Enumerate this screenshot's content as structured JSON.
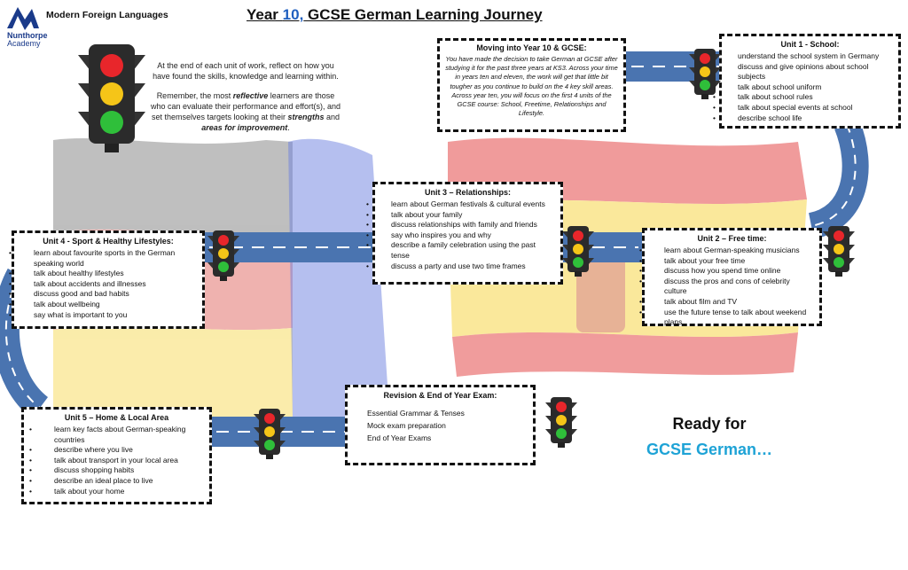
{
  "header": {
    "department": "Modern Foreign Languages",
    "school_line1": "Nunthorpe",
    "school_line2": "Academy",
    "title_prefix": "Year ",
    "title_year": "10,",
    "title_suffix": " GCSE German Learning Journey"
  },
  "intro": {
    "p1": "At the end of each unit of work, reflect on how you have found the skills, knowledge and learning within.",
    "p2_a": "Remember, the most ",
    "p2_b": "reflective",
    "p2_c": " learners are those who can evaluate their performance and effort(s), and set themselves targets looking at their ",
    "p2_d": "strengths",
    "p2_e": " and ",
    "p2_f": "areas for improvement",
    "p2_g": "."
  },
  "moving": {
    "title": "Moving into Year 10 & GCSE:",
    "text": "You have made the decision to take German at GCSE after studying it for the past three years at KS3. Across your time in years ten and eleven, the work will get that little bit tougher as you continue to build on the 4 key skill areas. Across year ten, you will focus on the first 4 units of the GCSE course: School, Freetime, Relationships and Lifestyle."
  },
  "units": {
    "unit1": {
      "title": "Unit 1 - School:",
      "items": [
        "understand the school system in Germany",
        "discuss and give opinions about school subjects",
        "talk about school uniform",
        "talk about school rules",
        "talk about special events at school",
        "describe school life"
      ]
    },
    "unit2": {
      "title": "Unit 2 – Free time:",
      "items": [
        "learn about German-speaking musicians",
        "talk about your free time",
        "discuss how you spend time online",
        "discuss the pros and cons of celebrity culture",
        "talk about film and TV",
        "use the future tense to talk about weekend plans"
      ]
    },
    "unit3": {
      "title": "Unit 3 – Relationships:",
      "items": [
        "learn about German festivals & cultural events",
        "talk about your family",
        "discuss relationships with family and friends",
        "say who inspires you and why",
        "describe a family celebration using the past tense",
        "discuss a party and use two time frames"
      ]
    },
    "unit4": {
      "title": "Unit 4  - Sport & Healthy Lifestyles:",
      "items": [
        "learn about favourite sports in the German speaking world",
        "talk about healthy lifestyles",
        "talk about accidents and illnesses",
        "discuss good and bad habits",
        "talk about wellbeing",
        "say what is important to you"
      ]
    },
    "unit5": {
      "title": "Unit 5 – Home & Local Area",
      "items": [
        "learn key facts about German-speaking countries",
        "describe where you live",
        "talk about transport in your local area",
        "discuss shopping habits",
        "describe an ideal place to live",
        "talk about your home"
      ]
    },
    "revision": {
      "title": "Revision & End of Year Exam:",
      "items": [
        "Essential Grammar & Tenses",
        "Mock exam preparation",
        "End of Year Exams"
      ]
    }
  },
  "ready": {
    "line1": "Ready for",
    "line2": "GCSE German…"
  },
  "colors": {
    "road": "#4a74b0",
    "road_dark": "#2d4f86",
    "title_blue": "#1f5fbf",
    "ready_blue": "#1ea3d6",
    "light_red": "#e8262b",
    "light_amber": "#f5c518",
    "light_green": "#2fbf3a"
  },
  "icons": {
    "logo": "nunthorpe-chevron-logo",
    "traffic_light": "traffic-light-icon"
  }
}
